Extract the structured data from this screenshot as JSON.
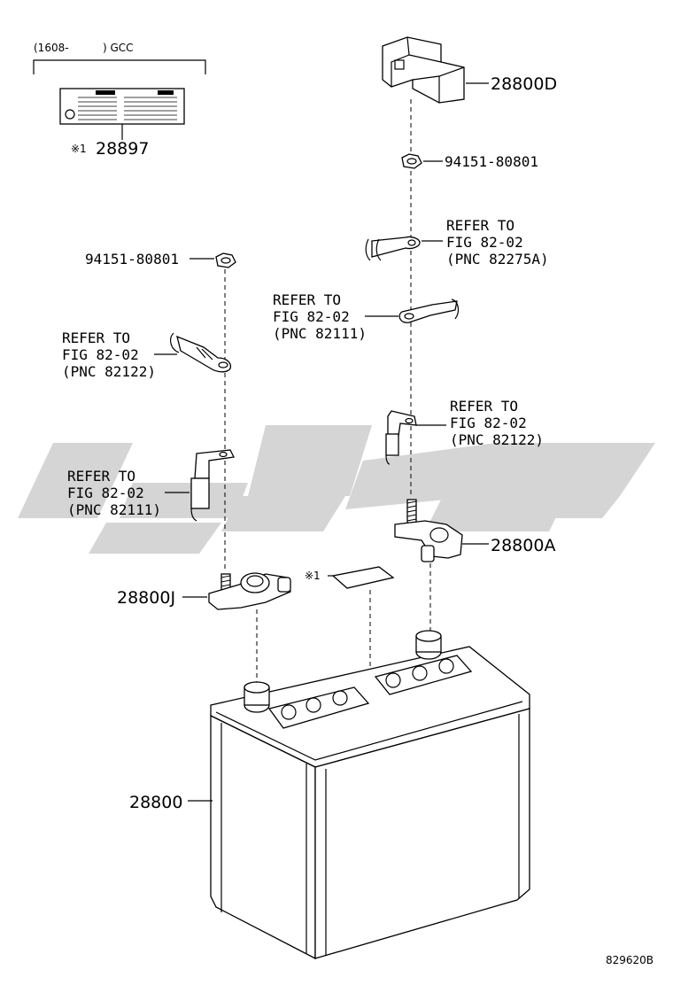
{
  "header": {
    "date_range": "(1608-",
    "region": ") GCC"
  },
  "parts": {
    "label_part": "28897",
    "label_note_mark": "※1",
    "terminal_cover": "28800D",
    "nut_top": "94151-80801",
    "nut_left": "94151-80801",
    "negative_clamp": "28800J",
    "positive_clamp": "28800A",
    "battery": "28800",
    "sheet_note_mark": "※1"
  },
  "refs": {
    "r1": [
      "REFER TO",
      "FIG 82-02",
      "(PNC 82275A)"
    ],
    "r2": [
      "REFER TO",
      "FIG 82-02",
      "(PNC 82111)"
    ],
    "r3": [
      "REFER TO",
      "FIG 82-02",
      "(PNC 82122)"
    ],
    "r4": [
      "REFER TO",
      "FIG 82-02",
      "(PNC 82122)"
    ],
    "r5": [
      "REFER TO",
      "FIG 82-02",
      "(PNC 82111)"
    ]
  },
  "figure_id": "829620B",
  "watermark_color": "#d3d3d3"
}
